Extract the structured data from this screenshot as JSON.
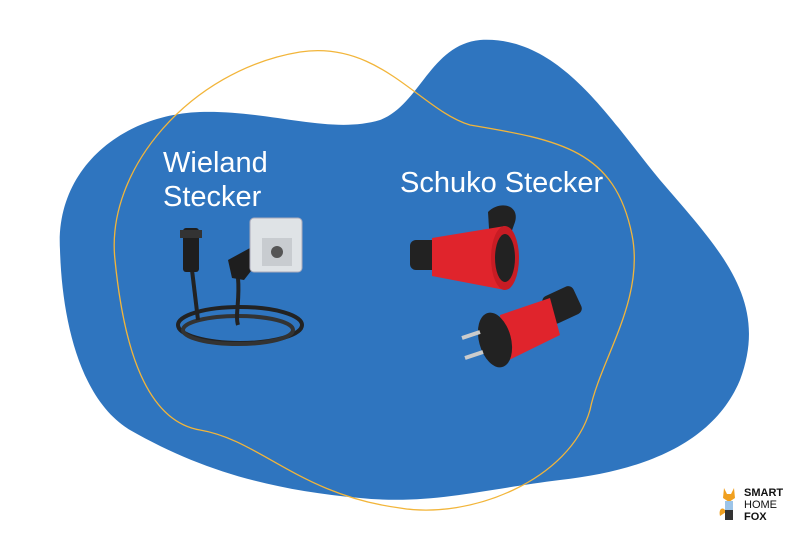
{
  "labels": {
    "wieland": [
      "Wieland",
      "Stecker"
    ],
    "schuko": "Schuko Stecker"
  },
  "logo": {
    "line1": "SMART",
    "line2": "HOME",
    "line3": "FOX"
  },
  "colors": {
    "blob": "#2f75bf",
    "outline": "#f2b53a",
    "plug_red": "#e0242c",
    "plug_black": "#222222"
  }
}
